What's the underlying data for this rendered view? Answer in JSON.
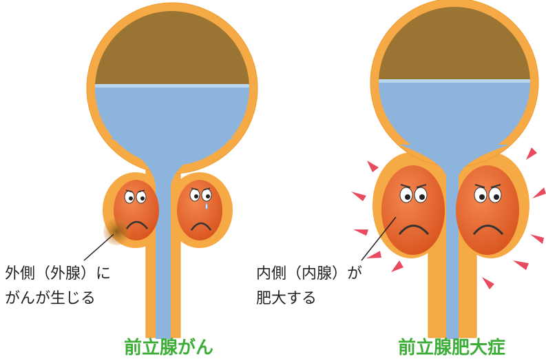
{
  "colors": {
    "wall": "#f6aa45",
    "wall_edge": "#ee9a30",
    "urine": "#8db4dc",
    "urine_top": "#b9d7ef",
    "air": "#9a7433",
    "gland": "#e6622e",
    "gland_light": "#f4874f",
    "caption": "#3cae38",
    "text": "#222222",
    "burst": "#e84a5f"
  },
  "left_panel": {
    "annotation_line1": "外側（外腺）に",
    "annotation_line2": "がんが生じる",
    "caption": "前立腺がん"
  },
  "right_panel": {
    "annotation_line1": "内側（内腺）が",
    "annotation_line2": "肥大する",
    "caption": "前立腺肥大症"
  }
}
